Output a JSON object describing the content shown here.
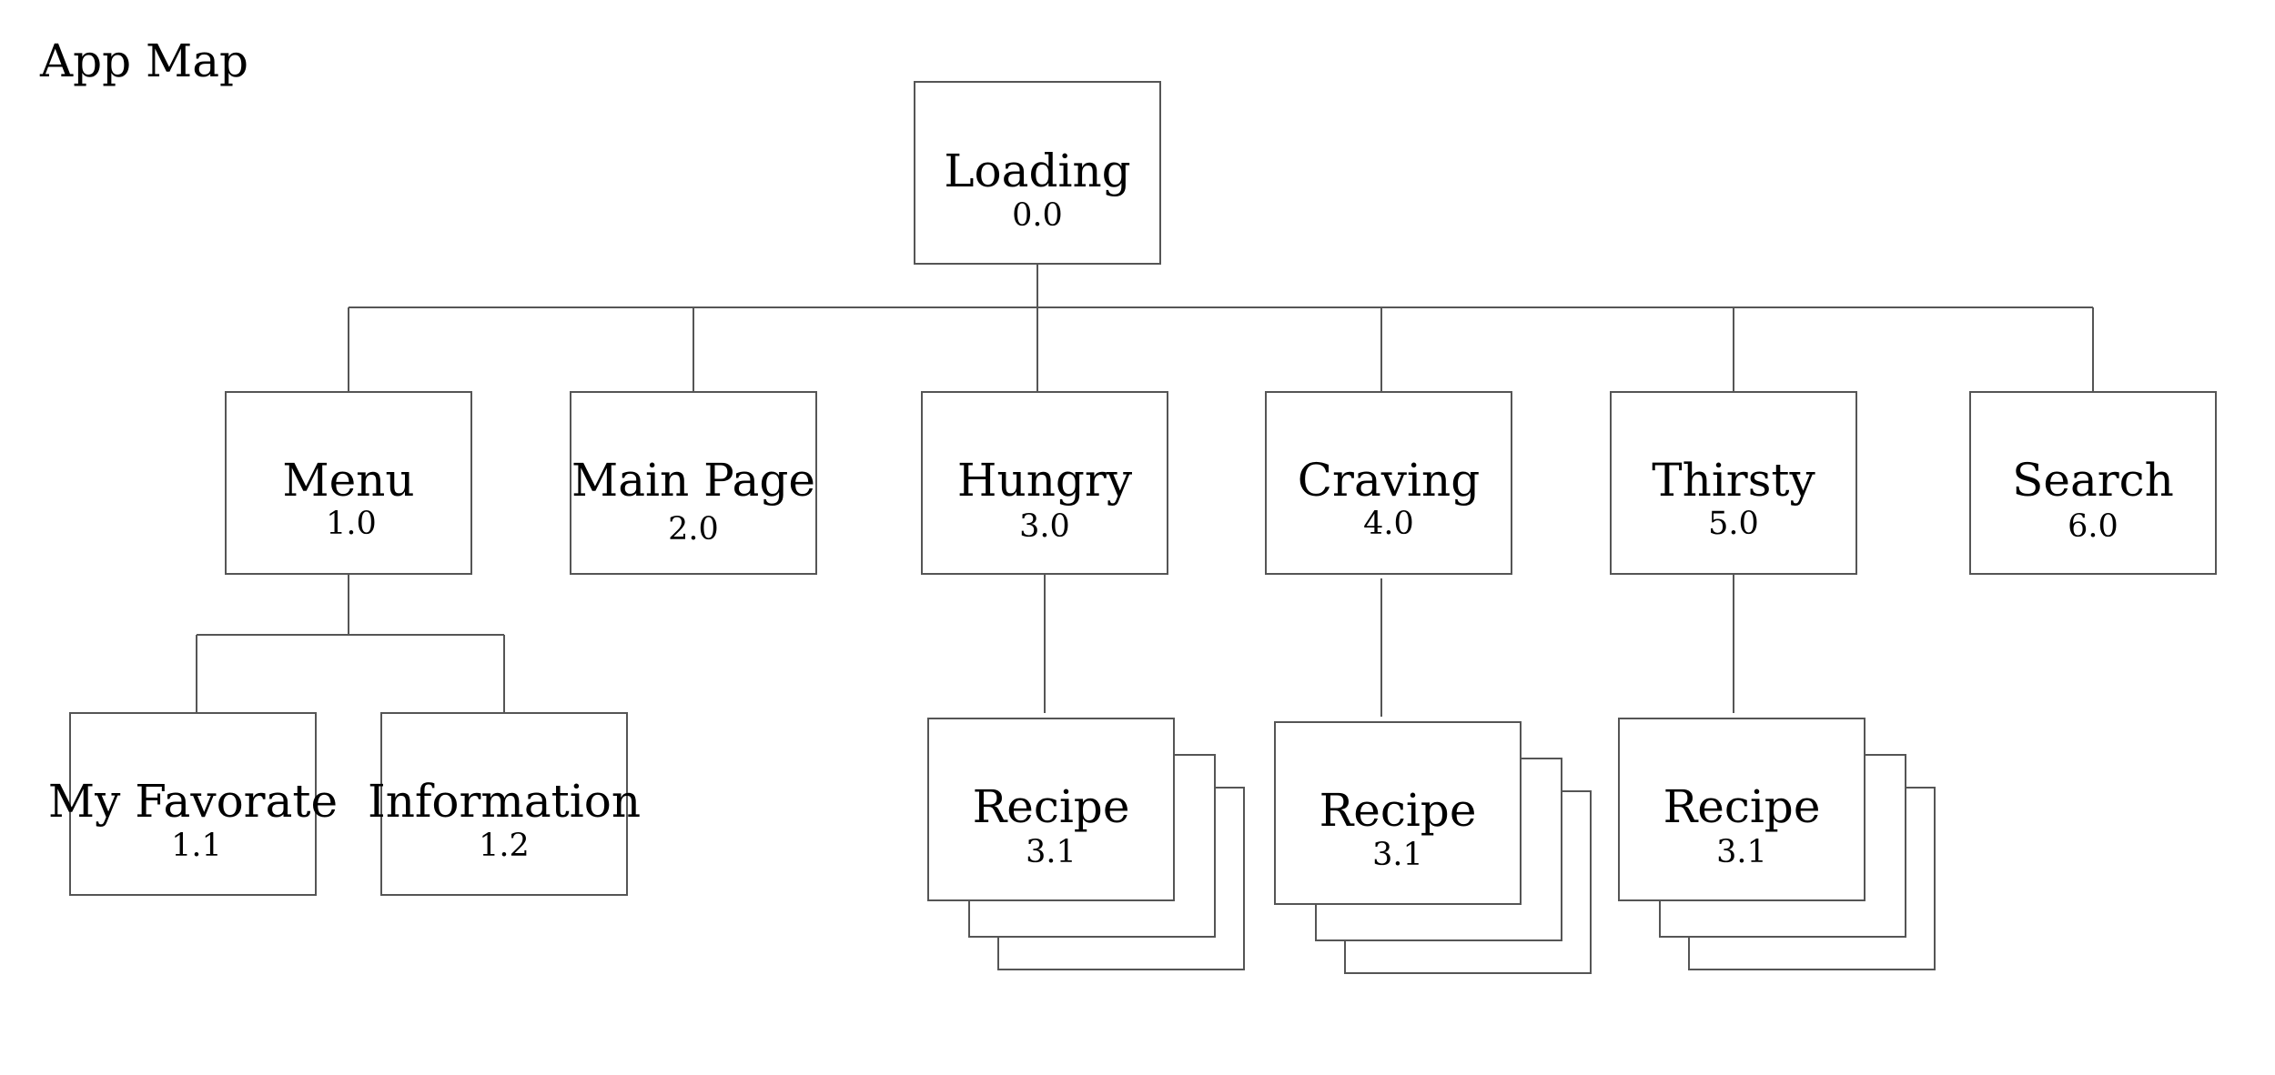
{
  "title": "App Map",
  "nodes": {
    "loading": {
      "label": "Loading",
      "number": "0.0"
    },
    "menu": {
      "label": "Menu",
      "number": "1.0"
    },
    "main_page": {
      "label": "Main Page",
      "number": "2.0"
    },
    "hungry": {
      "label": "Hungry",
      "number": "3.0"
    },
    "craving": {
      "label": "Craving",
      "number": "4.0"
    },
    "thirsty": {
      "label": "Thirsty",
      "number": "5.0"
    },
    "search": {
      "label": "Search",
      "number": "6.0"
    },
    "my_favorate": {
      "label": "My Favorate",
      "number": "1.1"
    },
    "information": {
      "label": "Information",
      "number": "1.2"
    },
    "recipe_hungry": {
      "label": "Recipe",
      "number": "3.1"
    },
    "recipe_craving": {
      "label": "Recipe",
      "number": "3.1"
    },
    "recipe_thirsty": {
      "label": "Recipe",
      "number": "3.1"
    }
  }
}
